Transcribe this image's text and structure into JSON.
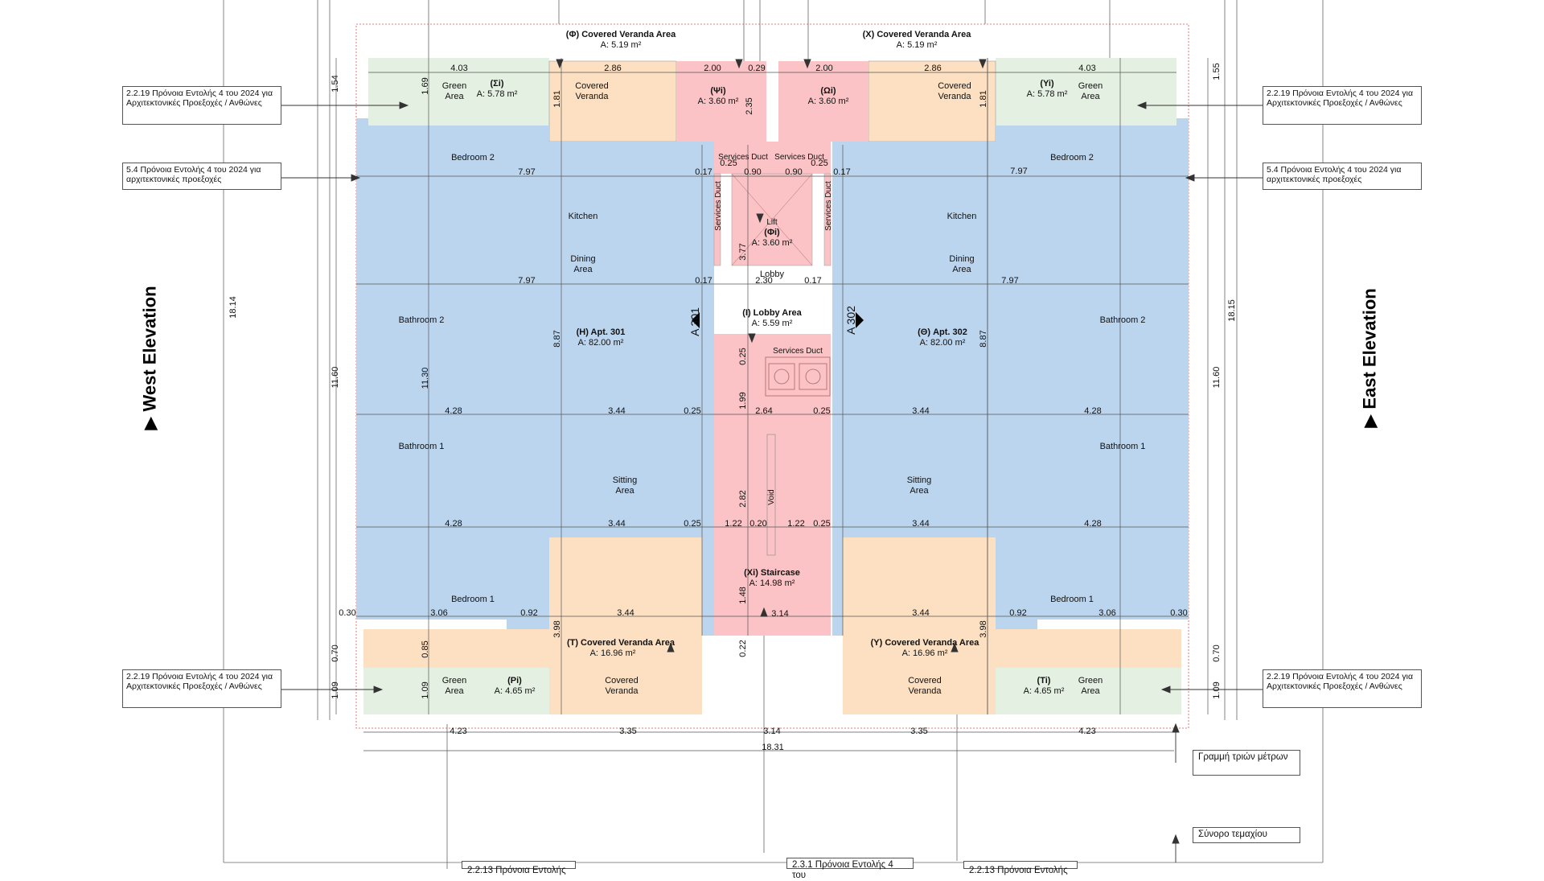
{
  "plot": {
    "elevations": {
      "west": "West Elevation",
      "east": "East Elevation"
    },
    "triangle_glyphs": {
      "west": "▶",
      "east": "▶"
    }
  },
  "notes": {
    "top_left": "2.2.19 Πρόνοια Εντολής 4 του 2024 για Αρχιτεκτονικές Προεξοχές / Ανθώνες",
    "top_right": "2.2.19 Πρόνοια Εντολής 4 του 2024 για Αρχιτεκτονικές Προεξοχές / Ανθώνες",
    "mid_left": "5.4 Πρόνοια Εντολής 4 του 2024 για αρχιτεκτονικές προεξοχές",
    "mid_right": "5.4 Πρόνοια Εντολής 4 του 2024 για αρχιτεκτονικές προεξοχές",
    "bottom_left": "2.2.19 Πρόνοια Εντολής 4 του 2024 για Αρχιτεκτονικές Προεξοχές / Ανθώνες",
    "bottom_right": "2.2.19 Πρόνοια Εντολής 4 του 2024 για Αρχιτεκτονικές Προεξοχές / Ανθώνες",
    "three_meter_line": "Γραμμή τριών μέτρων",
    "plot_boundary": "Σύνορο τεμαχίου",
    "bottom_cut_left": "2.2.13 Πρόνοια Εντολής",
    "bottom_cut_center": "2.3.1 Πρόνοια Εντολής 4 του",
    "bottom_cut_right": "2.2.13 Πρόνοια Εντολής"
  },
  "areas": {
    "phi_veranda": {
      "name": "(Φ) Covered Veranda Area",
      "area": "A: 5.19 m²"
    },
    "chi_veranda": {
      "name": "(X) Covered Veranda Area",
      "area": "A: 5.19 m²"
    },
    "si": {
      "name": "(Σi)",
      "area": "A: 5.78 m²"
    },
    "yi": {
      "name": "(Yi)",
      "area": "A: 5.78 m²"
    },
    "psi": {
      "name": "(Ψi)",
      "area": "A: 3.60 m²"
    },
    "omega": {
      "name": "(Ωi)",
      "area": "A: 3.60 m²"
    },
    "phi_lift": {
      "name": "(Φi)",
      "area": "A: 3.60 m²"
    },
    "lobby": {
      "name": "(I) Lobby Area",
      "area": "A: 5.59 m²"
    },
    "apt301": {
      "name": "(H) Apt. 301",
      "area": "A: 82.00 m²"
    },
    "apt302": {
      "name": "(Θ) Apt. 302",
      "area": "A: 82.00 m²"
    },
    "staircase": {
      "name": "(Xi) Staircase",
      "area": "A: 14.98 m²"
    },
    "t_veranda": {
      "name": "(T) Covered Veranda Area",
      "area": "A: 16.96 m²"
    },
    "y_veranda": {
      "name": "(Y) Covered Veranda Area",
      "area": "A: 16.96 m²"
    },
    "pi": {
      "name": "(Pi)",
      "area": "A: 4.65 m²"
    },
    "ti": {
      "name": "(Ti)",
      "area": "A: 4.65 m²"
    }
  },
  "rooms": {
    "green_area_1": "Green",
    "green_area_2": "Area",
    "covered_1": "Covered",
    "covered_2": "Veranda",
    "bedroom_2": "Bedroom 2",
    "bedroom_1": "Bedroom 1",
    "kitchen": "Kitchen",
    "dining_1": "Dining",
    "dining_2": "Area",
    "bathroom_2": "Bathroom 2",
    "bathroom_1": "Bathroom 1",
    "sitting_1": "Sitting",
    "sitting_2": "Area",
    "services_duct": "Services Duct",
    "lift": "Lift",
    "lobby": "Lobby",
    "void": "Void",
    "section_a301": "A 301",
    "section_a302": "A 302"
  },
  "dims": {
    "top_403": "4.03",
    "top_286": "2.86",
    "top_200": "2.00",
    "top_029": "0.29",
    "v_154": "1.54",
    "v_155": "1.55",
    "v_169": "1.69",
    "v_181": "1.81",
    "v_235": "2.35",
    "d_797": "7.97",
    "d_017": "0.17",
    "d_090": "0.90",
    "d_025": "0.25",
    "d_230": "2.30",
    "v_377": "3.77",
    "v_1814": "18.14",
    "v_1815": "18.15",
    "v_1160": "11.60",
    "v_1130": "11.30",
    "v_887": "8.87",
    "d_428": "4.28",
    "d_344": "3.44",
    "d_264": "2.64",
    "v_199": "1.99",
    "v_282": "2.82",
    "d_122": "1.22",
    "d_020": "0.20",
    "d_030": "0.30",
    "d_306": "3.06",
    "d_092": "0.92",
    "v_148": "1.48",
    "d_314": "3.14",
    "v_398": "3.98",
    "v_070": "0.70",
    "v_085": "0.85",
    "v_109": "1.09",
    "v_022": "0.22",
    "b_423": "4.23",
    "b_335": "3.35",
    "b_314": "3.14",
    "b_1831": "18.31"
  },
  "colors": {
    "apartment_blue": "#bcd5ee",
    "veranda_peach": "#fde0c2",
    "green_area": "#e4f0e1",
    "core_pink": "#fbc3c5",
    "line": "#555555"
  }
}
